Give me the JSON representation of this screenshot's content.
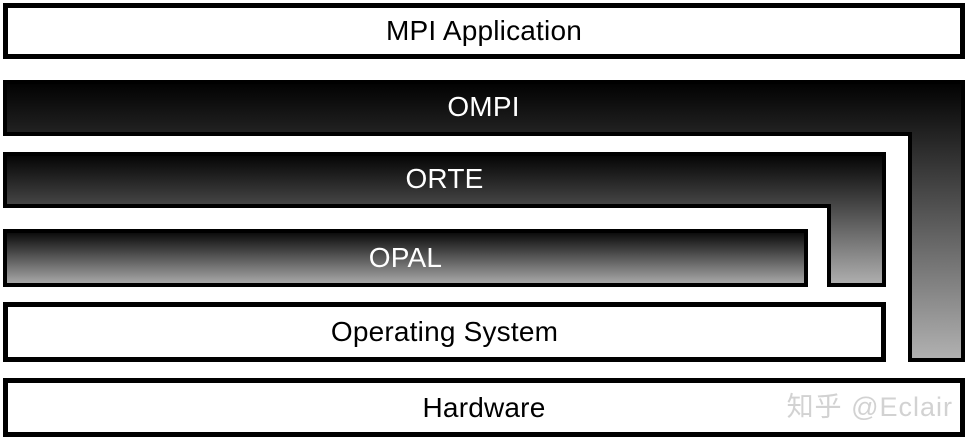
{
  "diagram": {
    "title_semantic": "Open MPI layered architecture",
    "colors": {
      "box_fill": "#ffffff",
      "box_border": "#000000",
      "gradient_top": "#000000",
      "gradient_bottom": "#b3b3b3",
      "label_on_white": "#000000",
      "label_on_gradient": "#ffffff"
    },
    "layers": [
      {
        "id": "mpi-application",
        "label": "MPI Application",
        "style": "white-box"
      },
      {
        "id": "ompi",
        "label": "OMPI",
        "style": "gradient-l-shape"
      },
      {
        "id": "orte",
        "label": "ORTE",
        "style": "gradient-l-shape"
      },
      {
        "id": "opal",
        "label": "OPAL",
        "style": "gradient-bar"
      },
      {
        "id": "operating-system",
        "label": "Operating System",
        "style": "white-box"
      },
      {
        "id": "hardware",
        "label": "Hardware",
        "style": "white-box"
      }
    ],
    "watermark": {
      "text": "知乎 @Eclair",
      "color": "#d2d2d2"
    }
  }
}
